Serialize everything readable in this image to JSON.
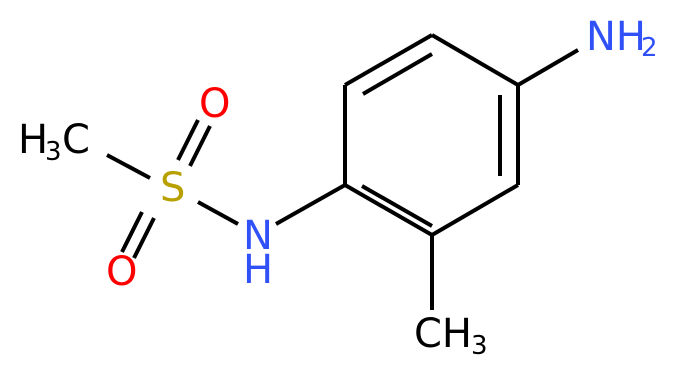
{
  "molecule": {
    "atoms": {
      "h3c": {
        "main": "H",
        "sub": "3",
        "tail": "C",
        "color": "#000000"
      },
      "sulfur": {
        "text": "S",
        "color": "#b8a000"
      },
      "oxygen_top": {
        "text": "O",
        "color": "#ff0000"
      },
      "oxygen_bottom": {
        "text": "O",
        "color": "#ff0000"
      },
      "nh": {
        "text": "N",
        "second": "H",
        "color": "#3050f8"
      },
      "nh2": {
        "main": "NH",
        "sub": "2",
        "color": "#3050f8"
      },
      "ch3": {
        "main": "CH",
        "sub": "3",
        "color": "#000000"
      }
    }
  }
}
